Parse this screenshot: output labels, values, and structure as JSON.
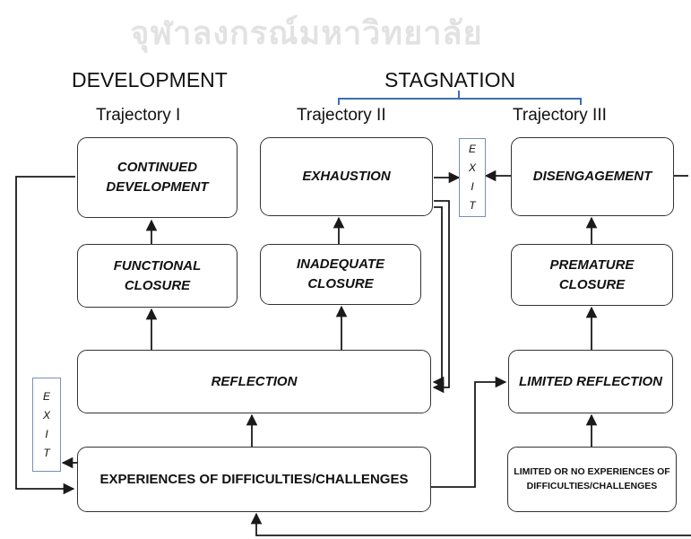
{
  "watermark": "จุฬาลงกรณ์มหาวิทยาลัย",
  "headings": {
    "development": "DEVELOPMENT",
    "stagnation": "STAGNATION"
  },
  "trajectories": {
    "t1": "Trajectory I",
    "t2": "Trajectory II",
    "t3": "Trajectory III"
  },
  "boxes": {
    "continued_development": "CONTINUED DEVELOPMENT",
    "exhaustion": "EXHAUSTION",
    "disengagement": "DISENGAGEMENT",
    "functional_closure": "FUNCTIONAL CLOSURE",
    "inadequate_closure": "INADEQUATE CLOSURE",
    "premature_closure": "PREMATURE CLOSURE",
    "reflection": "REFLECTION",
    "limited_reflection": "LIMITED REFLECTION",
    "experiences": "EXPERIENCES OF DIFFICULTIES/CHALLENGES",
    "limited_experiences": "LIMITED OR NO EXPERIENCES OF DIFFICULTIES/CHALLENGES"
  },
  "exit_letters": [
    "E",
    "X",
    "I",
    "T"
  ],
  "colors": {
    "bracket": "#3b6fb6",
    "exit_border": "#7a8fb5",
    "line": "#1a1a1a"
  }
}
